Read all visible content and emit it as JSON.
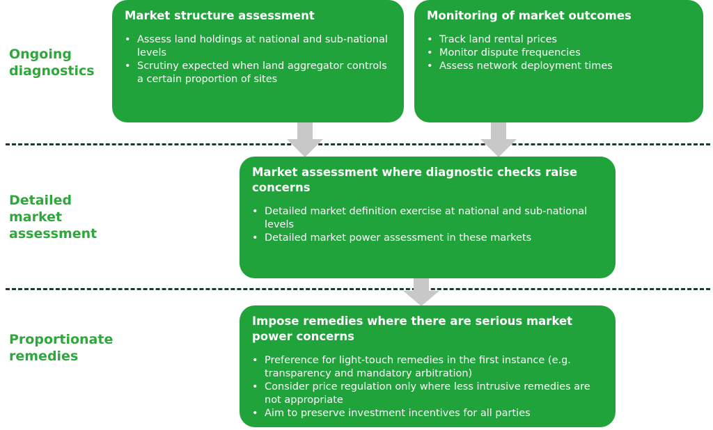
{
  "stages": {
    "ongoing": "Ongoing\ndiagnostics",
    "detailed": "Detailed\nmarket\nassessment",
    "proportionate": "Proportionate\nremedies"
  },
  "boxes": {
    "market_structure": {
      "title": "Market structure assessment",
      "items": [
        "Assess land holdings at national and sub-national levels",
        "Scrutiny expected when land aggregator controls a certain proportion of sites"
      ]
    },
    "monitoring": {
      "title": "Monitoring of market outcomes",
      "items": [
        "Track land rental prices",
        "Monitor dispute frequencies",
        "Assess network deployment times"
      ]
    },
    "detailed_assessment": {
      "title": "Market assessment where diagnostic checks raise concerns",
      "items": [
        "Detailed market definition exercise at national and sub-national levels",
        "Detailed market power assessment in these markets"
      ]
    },
    "remedies": {
      "title": "Impose remedies where there are serious market power concerns",
      "items": [
        "Preference for light-touch remedies in the first instance (e.g. transparency and mandatory arbitration)",
        "Consider price regulation only where less intrusive remedies are not appropriate",
        "Aim to preserve investment incentives for all parties"
      ]
    }
  },
  "colors": {
    "box_fill": "#1fa33a",
    "label_text": "#2ea83a",
    "divider": "#1f3a2b",
    "arrow": "#c8c8c8"
  }
}
